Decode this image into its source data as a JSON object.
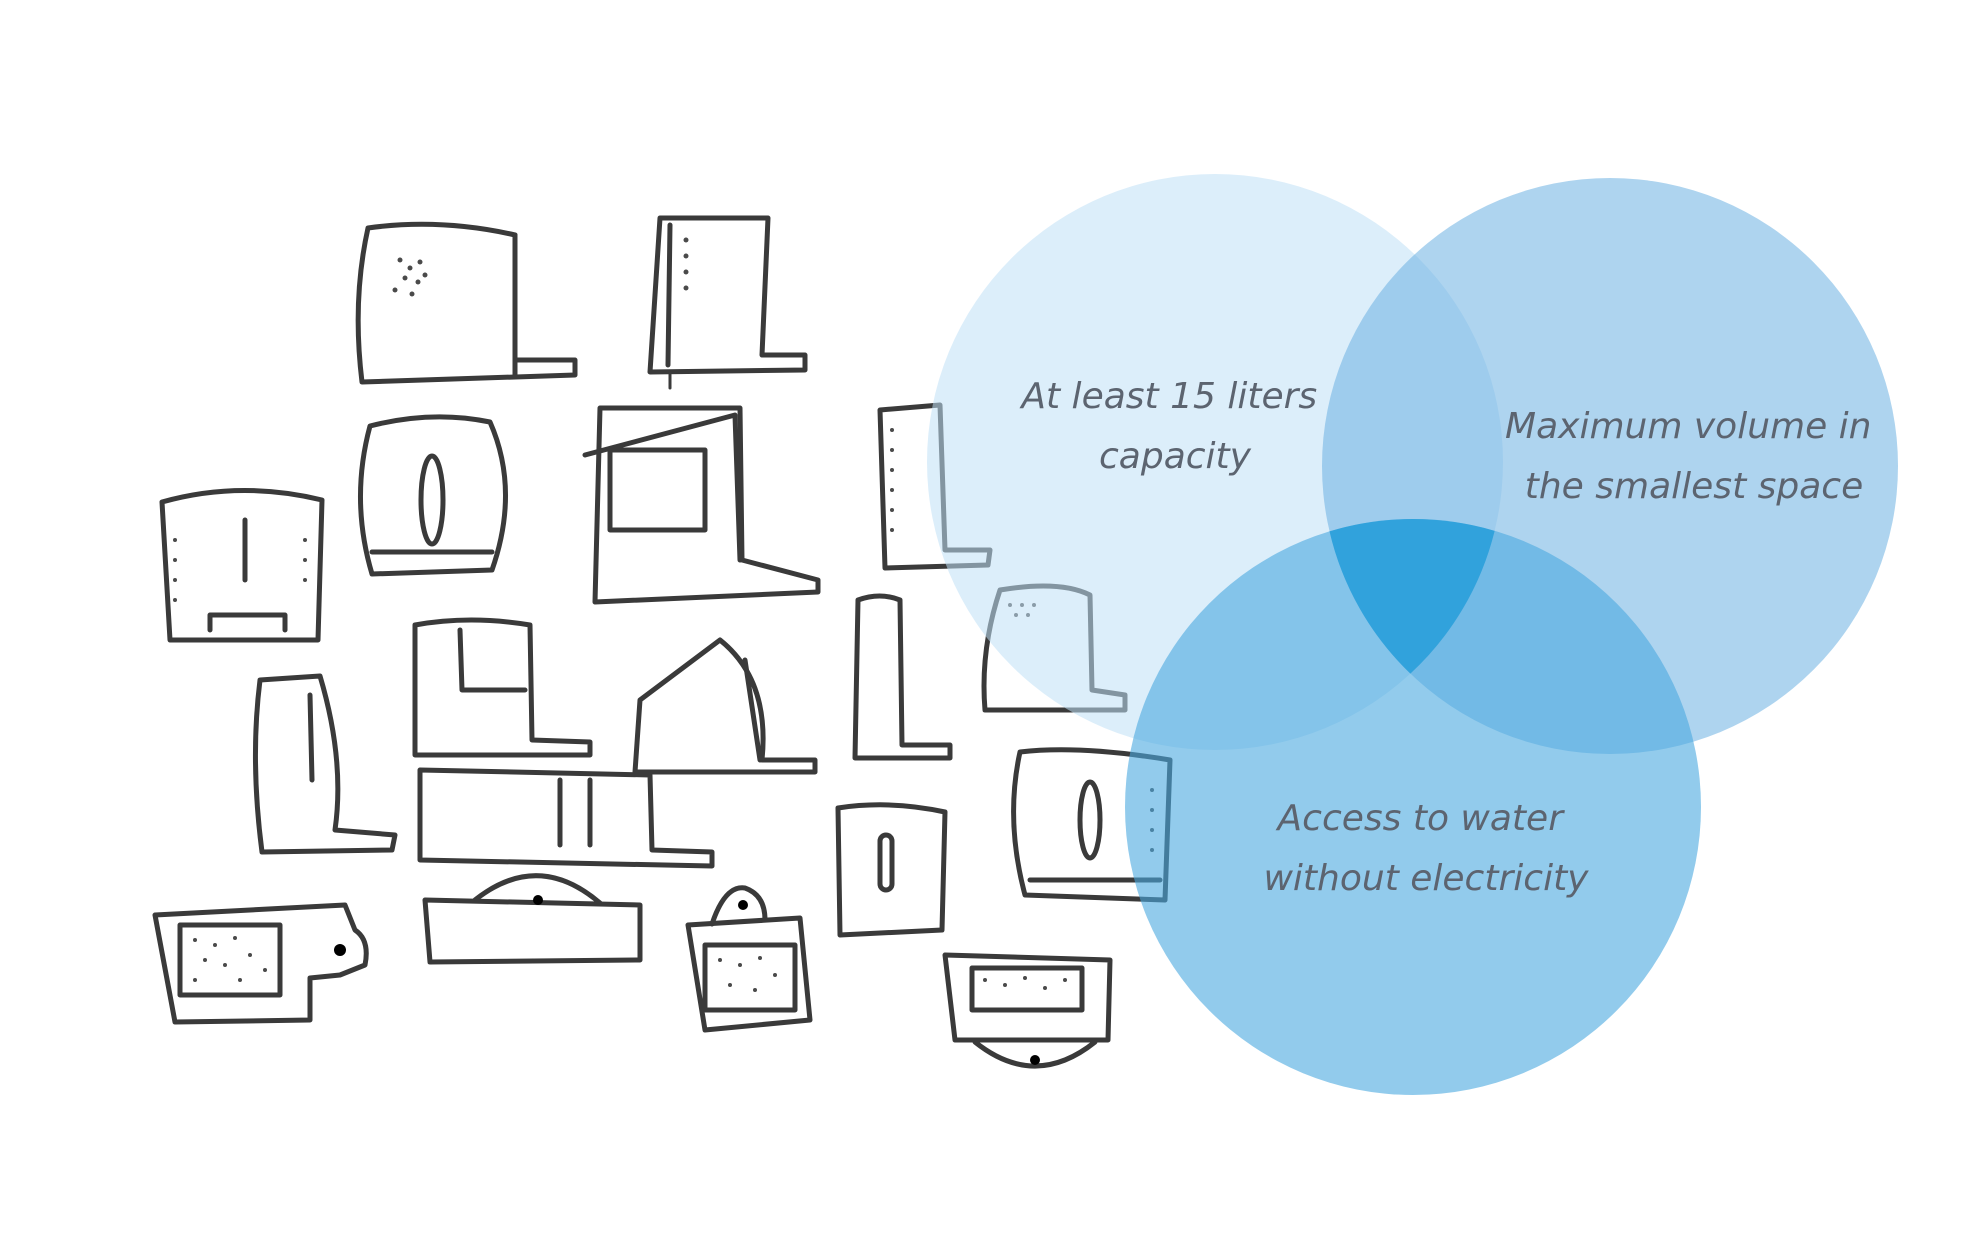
{
  "diagram": {
    "circles": [
      {
        "label_lines": [
          "At least 15 liters",
          "capacity"
        ],
        "color": "#bfe0f5",
        "opacity": 0.55
      },
      {
        "label_lines": [
          "Maximum volume in",
          "the smallest space"
        ],
        "color": "#6cb1e1",
        "opacity": 0.55
      },
      {
        "label_lines": [
          "Access to water",
          "without electricity"
        ],
        "color": "#4aa8e0",
        "opacity": 0.6
      }
    ],
    "center_color": "#1e9bd8"
  },
  "sketches": {
    "stroke_color": "#3a3a3a",
    "icon": "water-container-sketches"
  }
}
